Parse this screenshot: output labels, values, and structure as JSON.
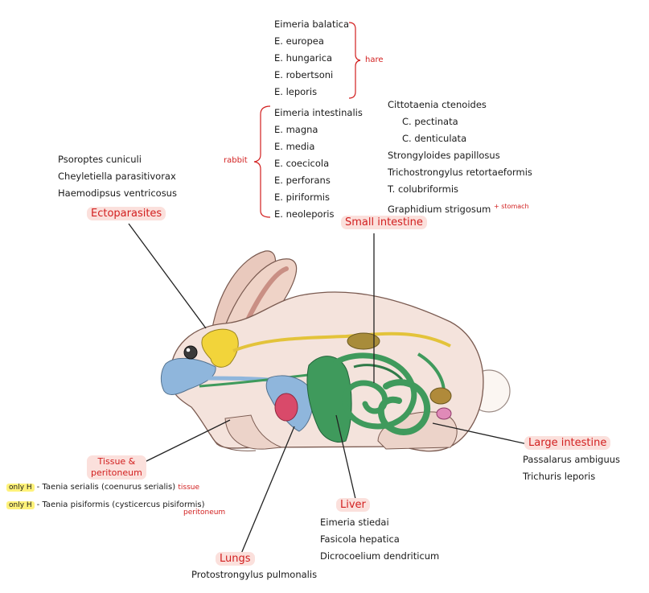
{
  "hare": {
    "label": "hare",
    "species": [
      "Eimeria balatica",
      "E. europea",
      "E. hungarica",
      "E. robertsoni",
      "E. leporis"
    ]
  },
  "rabbit": {
    "label": "rabbit",
    "species": [
      "Eimeria intestinalis",
      "E. magna",
      "E. media",
      "E. coecicola",
      "E. perforans",
      "E. piriformis",
      "E. neoleporis"
    ]
  },
  "small_intestine": {
    "title": "Small intestine",
    "species": [
      "Cittotaenia ctenoides",
      "C. pectinata",
      "C. denticulata",
      "Strongyloides papillosus",
      "Trichostrongylus retortaeformis",
      "T. colubriformis"
    ],
    "last_species": "Graphidium strigosum",
    "last_note": "+ stomach"
  },
  "ectoparasites": {
    "title": "Ectoparasites",
    "species": [
      "Psoroptes cuniculi",
      "Cheyletiella parasitivorax",
      "Haemodipsus ventricosus"
    ]
  },
  "tissue_peritoneum": {
    "title_line1": "Tissue &",
    "title_line2": "peritoneum",
    "items": [
      {
        "badge": "only H",
        "text": "- Taenia serialis (coenurus serialis)",
        "note": "tissue"
      },
      {
        "badge": "only H",
        "text": "- Taenia pisiformis (cysticercus pisiformis)",
        "note": "peritoneum"
      }
    ]
  },
  "large_intestine": {
    "title": "Large intestine",
    "species": [
      "Passalarus ambiguus",
      "Trichuris leporis"
    ]
  },
  "liver": {
    "title": "Liver",
    "species": [
      "Eimeria stiedai",
      "Fasicola hepatica",
      "Dicrocoelium dendriticum"
    ]
  },
  "lungs": {
    "title": "Lungs",
    "species": [
      "Protostrongylus pulmonalis"
    ]
  },
  "colors": {
    "accent_red": "#d21f1f",
    "highlight_pink": "#fbe0dc",
    "highlight_yellow": "#fff27a",
    "gut_green": "#3f9a5c",
    "lung_blue": "#8fb6dc",
    "brain_yellow": "#f2d43a"
  }
}
